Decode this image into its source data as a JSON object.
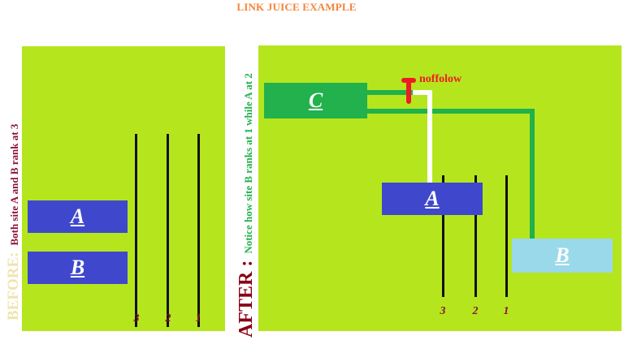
{
  "title": "LINK JUICE EXAMPLE",
  "before": {
    "label": "BEFORE:",
    "caption": "Both site A and B rank at 3",
    "sites": [
      {
        "name": "A",
        "color": "#3f48cc"
      },
      {
        "name": "B",
        "color": "#3f48cc"
      }
    ],
    "ticks": [
      "3",
      "2",
      "1"
    ]
  },
  "after": {
    "label": "AFTER :",
    "caption": "Notice how site B ranks at 1 while A at 2",
    "sites": [
      {
        "name": "C",
        "color": "#22b14c"
      },
      {
        "name": "A",
        "color": "#3f48cc"
      },
      {
        "name": "B",
        "color": "#99d9ea"
      }
    ],
    "ticks": [
      "3",
      "2",
      "1"
    ],
    "nofollow_label": "noffolow"
  },
  "colors": {
    "panel": "#b5e61d",
    "title": "#f4843a",
    "tick": "#8b1538",
    "nofollow": "#ed1c24",
    "link_green": "#22b14c",
    "link_white": "#ffffff"
  }
}
